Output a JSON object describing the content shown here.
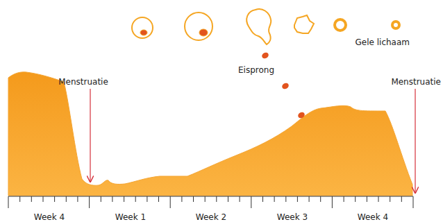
{
  "diagram": {
    "labels": [
      "Gele lichaam",
      "Eisprong",
      "Menstruatie",
      "Menstruatie",
      "Week 4",
      "Week 1",
      "Week 2",
      "Week 3",
      "Week 4"
    ]
  }
}
